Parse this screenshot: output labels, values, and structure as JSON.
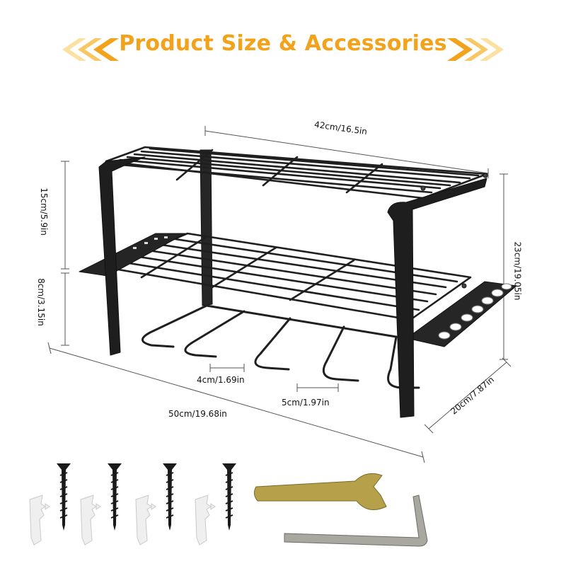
{
  "title": "Product Size & Accessories",
  "colors": {
    "accent": "#f2a31b",
    "chevron_light": "#f9d27c",
    "metal": "#2a2a2a",
    "tool": "#b6a14a"
  },
  "dimensions": {
    "top_width": "42cm/16.5in",
    "top_height": "15cm/5.9in",
    "lower_height": "8cm/3.15in",
    "total_height": "23cm/19.05in",
    "slot_gap": "4cm/1.69in",
    "slot_width": "5cm/1.97in",
    "depth": "20cm/7.87in",
    "length": "50cm/19.68in"
  },
  "accessories": {
    "screws": 4,
    "anchors": 4,
    "icons": [
      "screw-icon",
      "wall-anchor-icon",
      "wrench-icon",
      "hex-key-icon"
    ]
  }
}
